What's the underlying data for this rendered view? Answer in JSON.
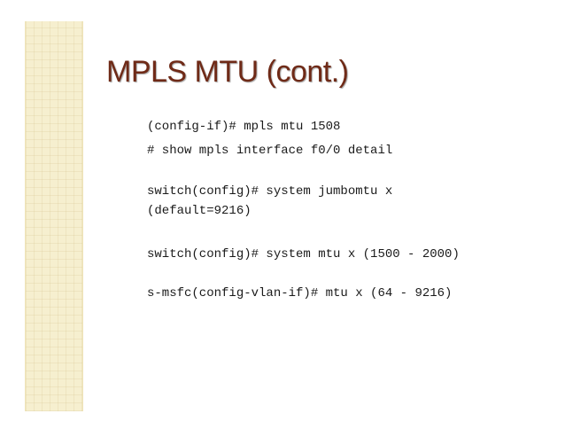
{
  "slide": {
    "title": "MPLS MTU (cont.)",
    "lines": [
      "(config-if)# mpls mtu 1508",
      "# show mpls interface f0/0 detail",
      "switch(config)# system jumbomtu x",
      "(default=9216)",
      "switch(config)# system mtu x (1500 - 2000)",
      "s-msfc(config-vlan-if)# mtu x (64 - 9216)"
    ]
  },
  "colors": {
    "title": "#6f2a17",
    "sidebar": "#f6efcf",
    "text": "#1a1a1a"
  }
}
